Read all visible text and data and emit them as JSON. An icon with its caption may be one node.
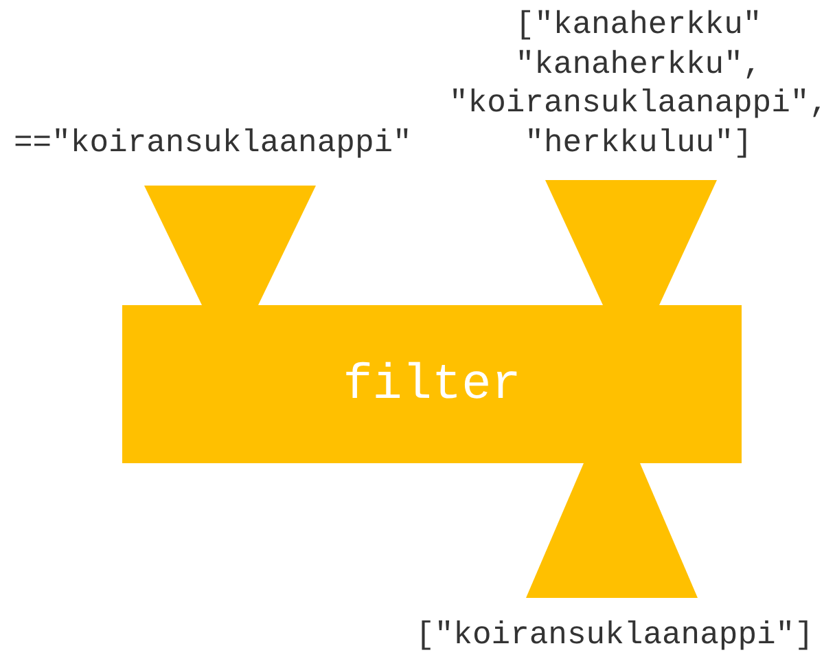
{
  "diagram": {
    "nodes": [
      {
        "text": [
          "filter"
        ]
      },
      {
        "text": [],
        "shape": "trapezoid",
        "beside": [
          "==\"koiransuklaanappi\""
        ]
      },
      {
        "text": [],
        "shape": "trapezoid",
        "beside": [
          "[\"kanaherkku\" \"kanaherkku\", \"koiransuklaanappi\", \"herkkuluu\"]"
        ]
      },
      {
        "text": [],
        "shape": "trapezoid",
        "beside": [
          "[\"koiransuklaanappi\"]"
        ]
      }
    ]
  }
}
